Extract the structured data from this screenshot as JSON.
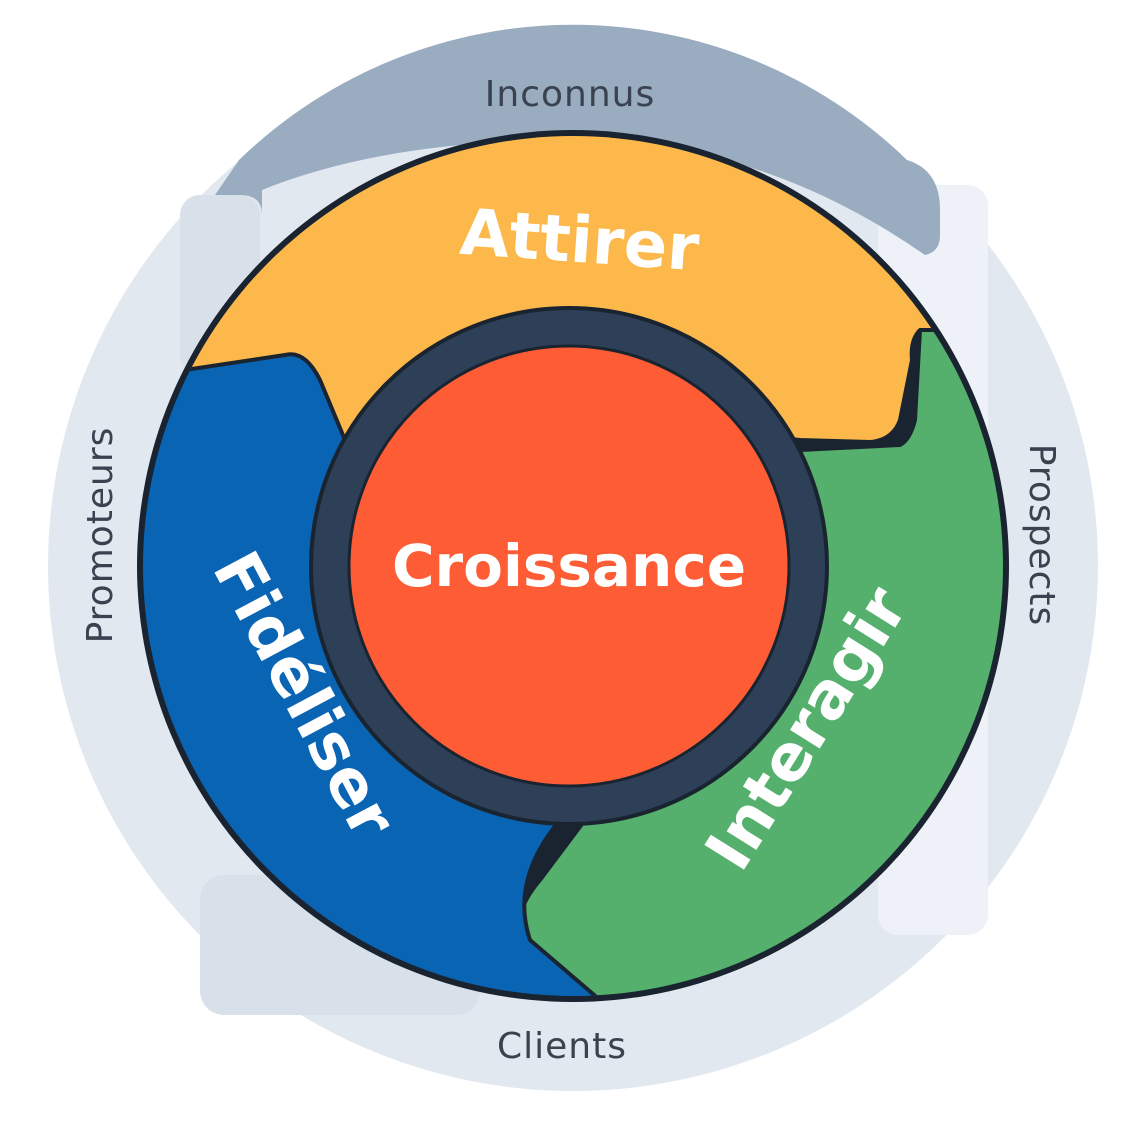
{
  "outer_ring": {
    "top": "Inconnus",
    "right": "Prospects",
    "bottom": "Clients",
    "left": "Promoteurs"
  },
  "phases": {
    "attract": "Attirer",
    "engage": "Interagir",
    "delight": "Fidéliser"
  },
  "center": {
    "label": "Croissance"
  },
  "colors": {
    "outer_ring": "#e2e8f0",
    "outer_ring_light": "#eef2f8",
    "outer_band": "#9aacc0",
    "outline": "#1a2430",
    "attract": "#fdb84b",
    "engage": "#54b06c",
    "delight": "#0a64b4",
    "hub_ring": "#2d4057",
    "core": "#fe5c35",
    "outer_text": "#3a4250",
    "inner_text": "#ffffff"
  }
}
